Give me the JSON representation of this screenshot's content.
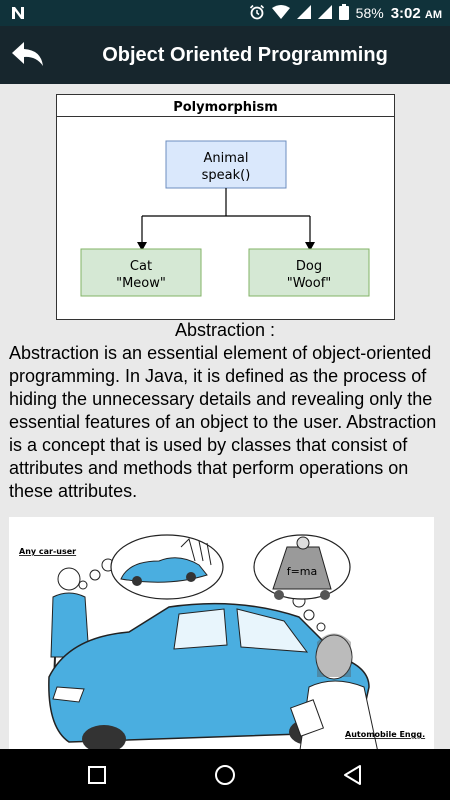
{
  "status_bar": {
    "left_icon": "n-notification-icon",
    "battery": "58%",
    "time": "3:02",
    "ampm": "AM",
    "icons": [
      "alarm-icon",
      "wifi-icon",
      "signal-icon",
      "signal-icon",
      "battery-icon"
    ]
  },
  "app_bar": {
    "title": "Object Oriented Programming",
    "back_icon": "back-arrow-icon"
  },
  "diagram": {
    "title": "Polymorphism",
    "parent_line1": "Animal",
    "parent_line2": "speak()",
    "child1_line1": "Cat",
    "child1_line2": "\"Meow\"",
    "child2_line1": "Dog",
    "child2_line2": "\"Woof\"",
    "colors": {
      "parent_fill": "#dae8fc",
      "parent_stroke": "#6c8ebf",
      "child_fill": "#d5e8d4",
      "child_stroke": "#82b366"
    }
  },
  "content": {
    "section_title": "Abstraction :",
    "paragraph": "Abstraction is an essential element of object-oriented programming. In Java, it is defined as the process of hiding the unnecessary details and revealing only the essential features of an object to the user. Abstraction is a concept that is used by classes that consist of attributes and methods that perform operations on these attributes."
  },
  "illustration": {
    "label_left": "Any car-user",
    "label_right": "Automobile Engg.",
    "formula": "f=ma",
    "car_color": "#4aaee0"
  },
  "nav_bar": {
    "icons": [
      "recent-apps-icon",
      "home-icon",
      "back-icon"
    ]
  }
}
